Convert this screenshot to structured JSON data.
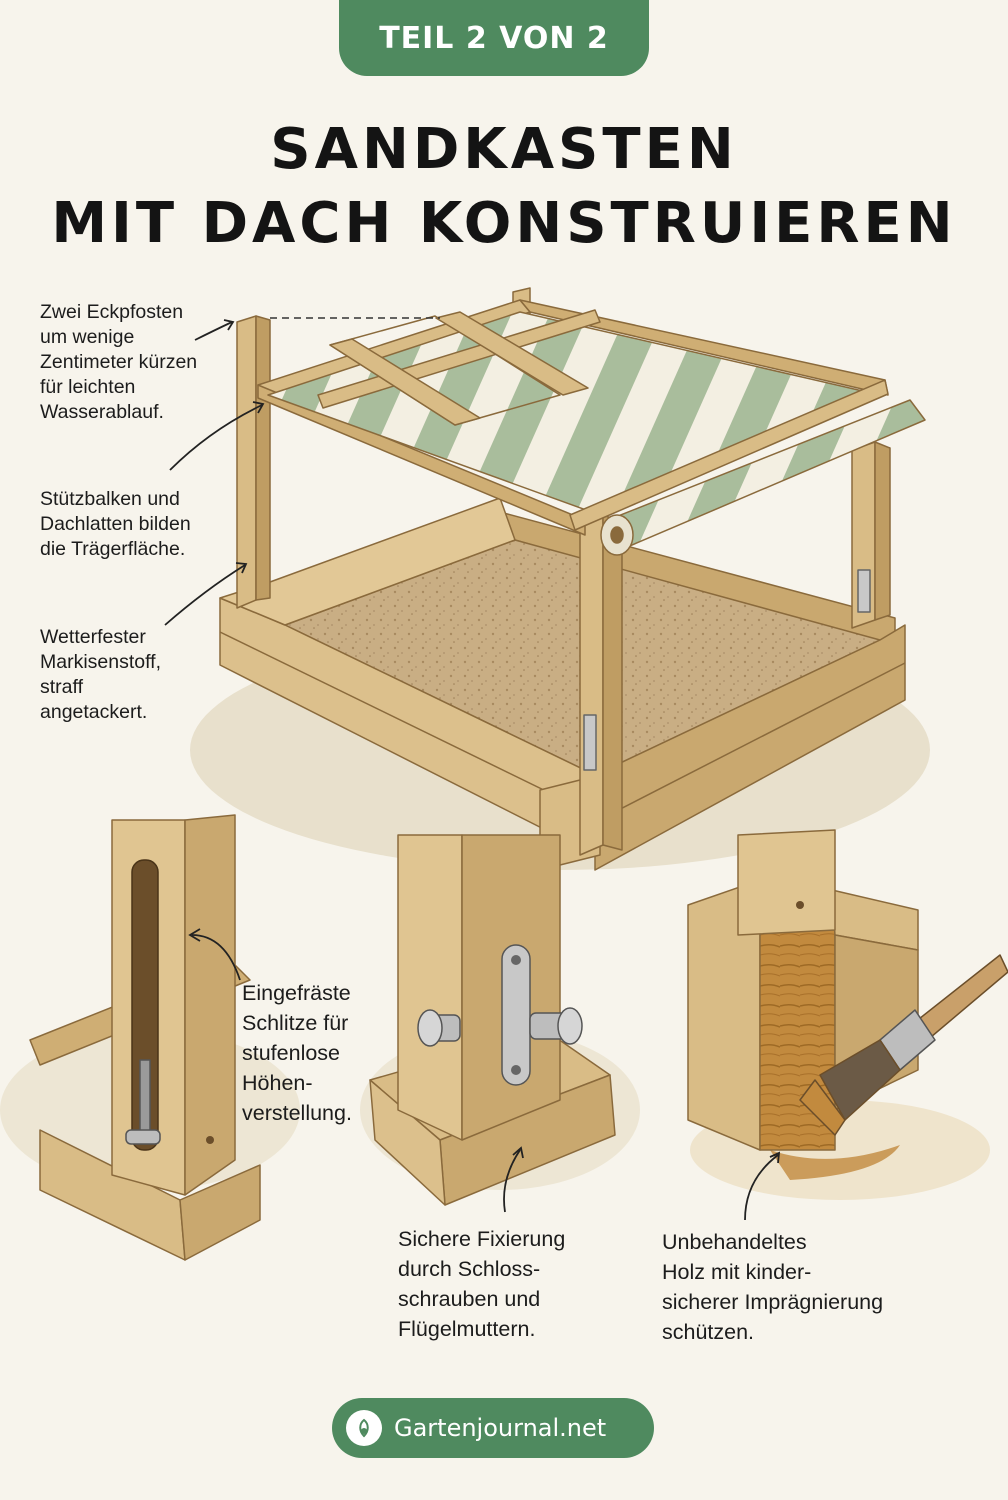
{
  "header": {
    "badge": "TEIL 2 VON 2"
  },
  "title": {
    "line1": "SANDKASTEN",
    "line2": "MIT DACH KONSTRUIEREN"
  },
  "callouts": {
    "posts": "Zwei Eckpfosten\num wenige\nZentimeter kürzen\nfür leichten\nWasserablauf.",
    "beams": "Stützbalken und\nDachlatten bilden\ndie Trägerfläche.",
    "fabric": "Wetterfester\nMarkisenstoff,\nstraff\nangetackert.",
    "slots": "Eingefräste\nSchlitze für\nstufenlose\nHöhen-\nverstellung.",
    "bolts": "Sichere Fixierung\ndurch Schloss-\nschrauben und\nFlügelmuttern.",
    "wood": "Unbehandeltes\nHolz mit kinder-\nsicherer Imprägnierung\nschützen."
  },
  "footer": {
    "brand": "Gartenjournal.net",
    "logo_icon": "leaf-icon"
  },
  "colors": {
    "accent_green": "#4f8a5f",
    "wood": "#d9bc86",
    "wood_dark": "#b8955c",
    "fabric_stripe": "#a9bd9c",
    "sand": "#c9ae84",
    "stain": "#b87a2e"
  }
}
